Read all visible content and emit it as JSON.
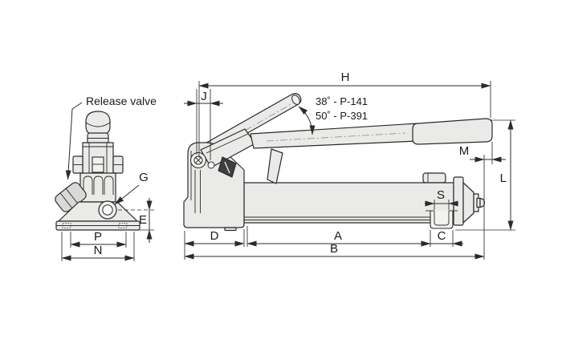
{
  "drawing": {
    "type": "hand-pump-dimension-drawing",
    "views": [
      "front-view",
      "side-view"
    ],
    "colors": {
      "background": "#ffffff",
      "line": "#2b2b2b",
      "body_fill": "#eaeae8",
      "dark_part": "#3f3f3f"
    },
    "labels": {
      "release_valve": "Release valve",
      "angle_38": "38˚ - P-141",
      "angle_50": "50˚ - P-391"
    },
    "dims": {
      "A": "A",
      "B": "B",
      "C": "C",
      "D": "D",
      "E": "E",
      "G": "G",
      "H": "H",
      "J": "J",
      "L": "L",
      "M": "M",
      "N": "N",
      "P": "P",
      "S": "S"
    }
  }
}
